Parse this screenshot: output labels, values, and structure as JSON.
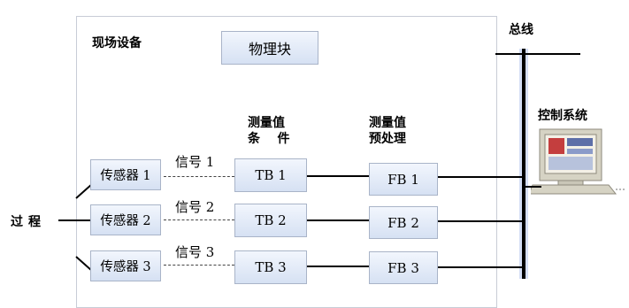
{
  "field_device": {
    "title": "现场设备"
  },
  "physical_block": {
    "label": "物理块"
  },
  "bus": {
    "label": "总线"
  },
  "control_system": {
    "label": "控制系统"
  },
  "columns": {
    "measurement_condition": {
      "line1": "测量值",
      "line2": "条    件"
    },
    "measurement_preprocess": {
      "line1": "测量值",
      "line2": "预处理"
    }
  },
  "process": {
    "label": "过程"
  },
  "channels": [
    {
      "sensor": "传感器 1",
      "signal": "信号 1",
      "tb": "TB 1",
      "fb": "FB 1"
    },
    {
      "sensor": "传感器 2",
      "signal": "信号 2",
      "tb": "TB 2",
      "fb": "FB 2"
    },
    {
      "sensor": "传感器 3",
      "signal": "信号 3",
      "tb": "TB 3",
      "fb": "FB 3"
    }
  ],
  "colors": {
    "box_fill": "#dbe5f6",
    "box_border": "#a9b4c8",
    "line": "#000000",
    "bus_highlight": "#c9d6f4"
  }
}
